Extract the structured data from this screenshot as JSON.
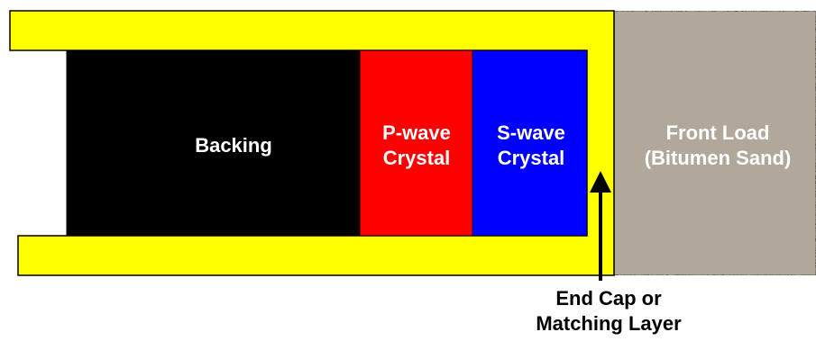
{
  "labels": {
    "backing": "Backing",
    "p_wave_line1": "P-wave",
    "p_wave_line2": "Crystal",
    "s_wave_line1": "S-wave",
    "s_wave_line2": "Crystal",
    "front_load_line1": "Front Load",
    "front_load_line2": "(Bitumen Sand)",
    "end_cap_line1": "End Cap or",
    "end_cap_line2": "Matching Layer"
  },
  "colors": {
    "housing": "#ffff00",
    "backing": "#000000",
    "p_wave_crystal": "#ff0000",
    "s_wave_crystal": "#0000ff",
    "front_load": "#b2a89a",
    "outline": "#000000",
    "inner_text": "#ffffff",
    "callout_text": "#000000"
  }
}
